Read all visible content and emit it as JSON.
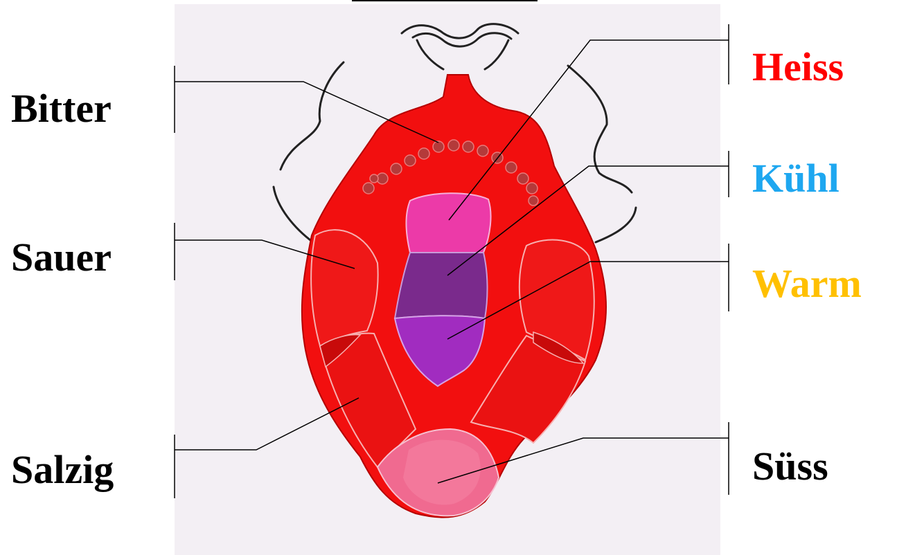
{
  "left_labels": {
    "bitter": "Bitter",
    "sauer": "Sauer",
    "salzig": "Salzig"
  },
  "right_labels": {
    "heiss": "Heiss",
    "kuehl": "Kühl",
    "warm": "Warm",
    "suess": "Süss"
  },
  "colors": {
    "heiss": "#ff0000",
    "kuehl": "#1ea7f0",
    "warm": "#ffc000",
    "tongue_red": "#f20f0f",
    "zone_pink": "#ec3aa8",
    "zone_dark_purple": "#7a2a8c",
    "zone_purple": "#a12cc0",
    "tip_pink": "#f06a90",
    "papillae": "#b43a3a",
    "background_panel": "#f3eff4"
  }
}
